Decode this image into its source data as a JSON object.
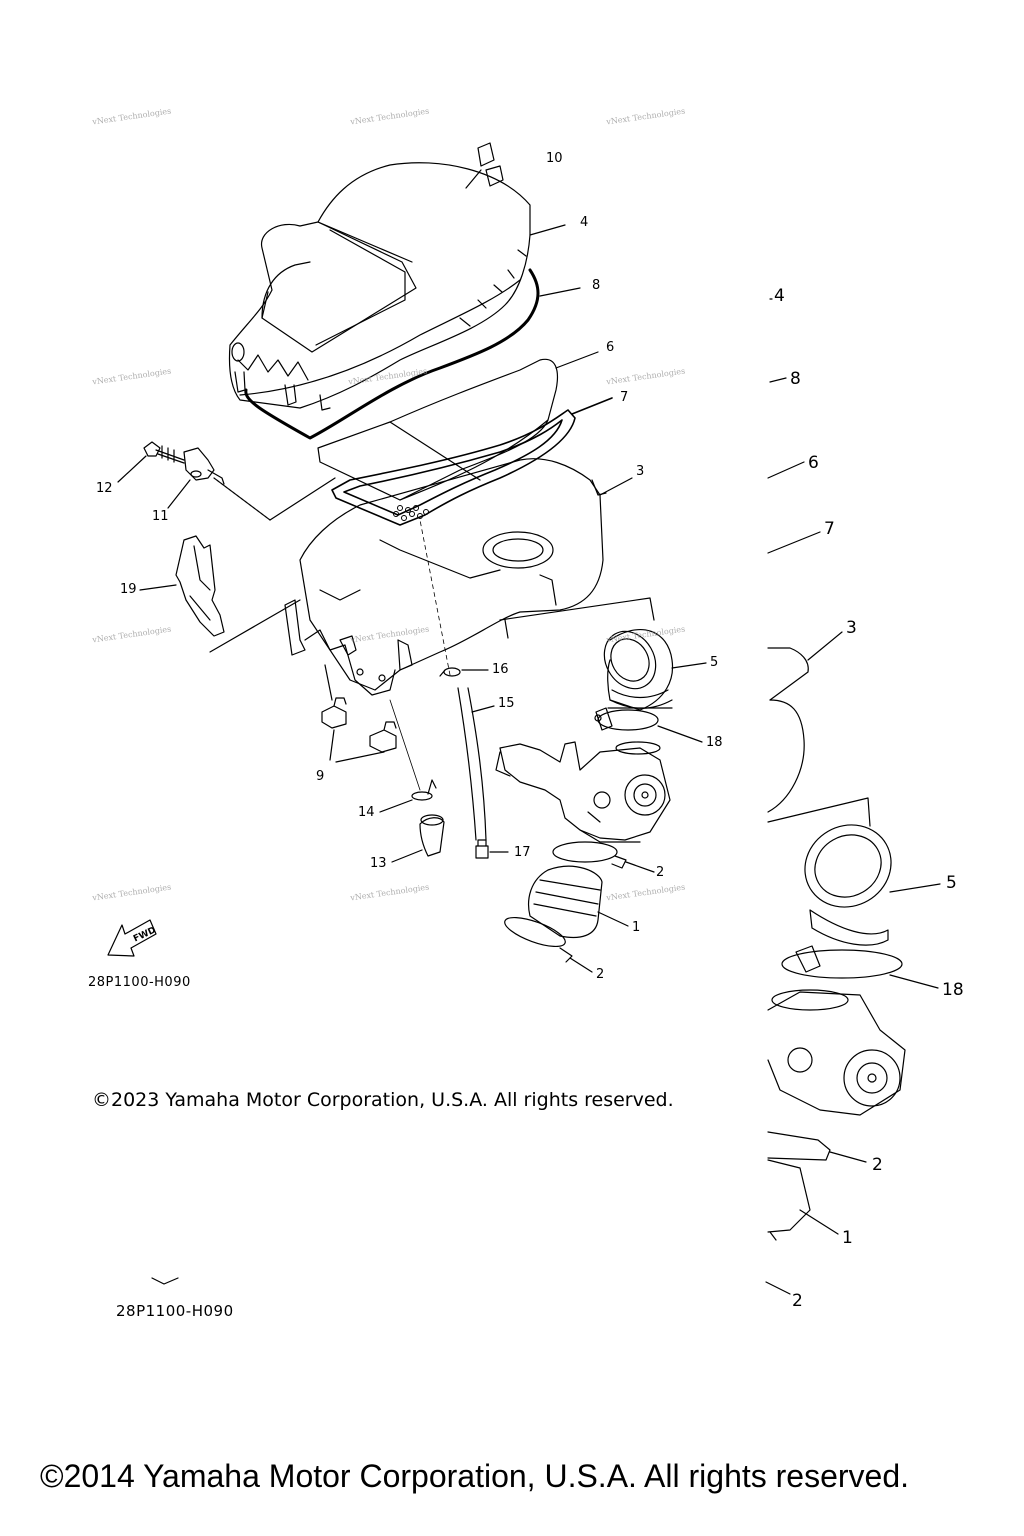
{
  "diagram": {
    "callouts": [
      {
        "id": "c10",
        "text": "10"
      },
      {
        "id": "c4",
        "text": "4"
      },
      {
        "id": "c8",
        "text": "8"
      },
      {
        "id": "c6",
        "text": "6"
      },
      {
        "id": "c7",
        "text": "7"
      },
      {
        "id": "c3",
        "text": "3"
      },
      {
        "id": "c12",
        "text": "12"
      },
      {
        "id": "c11",
        "text": "11"
      },
      {
        "id": "c19",
        "text": "19"
      },
      {
        "id": "c5",
        "text": "5"
      },
      {
        "id": "c16",
        "text": "16"
      },
      {
        "id": "c15",
        "text": "15"
      },
      {
        "id": "c18",
        "text": "18"
      },
      {
        "id": "c9",
        "text": "9"
      },
      {
        "id": "c14",
        "text": "14"
      },
      {
        "id": "c13",
        "text": "13"
      },
      {
        "id": "c17",
        "text": "17"
      },
      {
        "id": "c2a",
        "text": "2"
      },
      {
        "id": "c1",
        "text": "1"
      },
      {
        "id": "c2b",
        "text": "2"
      }
    ],
    "zoom_callouts": [
      {
        "id": "z4",
        "text": "4"
      },
      {
        "id": "z8",
        "text": "8"
      },
      {
        "id": "z6",
        "text": "6"
      },
      {
        "id": "z7",
        "text": "7"
      },
      {
        "id": "z3",
        "text": "3"
      },
      {
        "id": "z5",
        "text": "5"
      },
      {
        "id": "z18",
        "text": "18"
      },
      {
        "id": "z2a",
        "text": "2"
      },
      {
        "id": "z1",
        "text": "1"
      },
      {
        "id": "z2b",
        "text": "2"
      }
    ],
    "watermark": "vNext Technologies",
    "fwd_label": "FWD",
    "part_code": "28P1100-H090",
    "part_code_repeat": "28P1100-H090"
  },
  "copyright_inner": "©2023 Yamaha Motor Corporation, U.S.A. All rights reserved.",
  "copyright_footer": "©2014 Yamaha Motor Corporation, U.S.A. All rights reserved."
}
